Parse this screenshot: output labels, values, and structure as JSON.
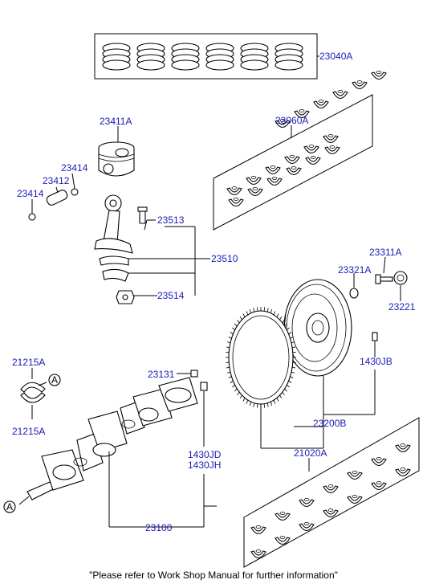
{
  "labels": {
    "p23040A": "23040A",
    "p23411A": "23411A",
    "p23414_top": "23414",
    "p23412": "23412",
    "p23414_left": "23414",
    "p23060A": "23060A",
    "p23513": "23513",
    "p23510": "23510",
    "p23514": "23514",
    "p23311A": "23311A",
    "p23321A": "23321A",
    "p23221": "23221",
    "p21215A_top": "21215A",
    "p21215A_bottom": "21215A",
    "pA_right": "A",
    "pA_left": "A",
    "p23131": "23131",
    "p1430JB": "1430JB",
    "p23200B": "23200B",
    "p1430JD": "1430JD",
    "p1430JH": "1430JH",
    "p21020A": "21020A",
    "p23100": "23100"
  },
  "footer": "\"Please refer to Work Shop Manual for further information\"",
  "colors": {
    "label": "#1a1ab8",
    "line": "#000000"
  }
}
